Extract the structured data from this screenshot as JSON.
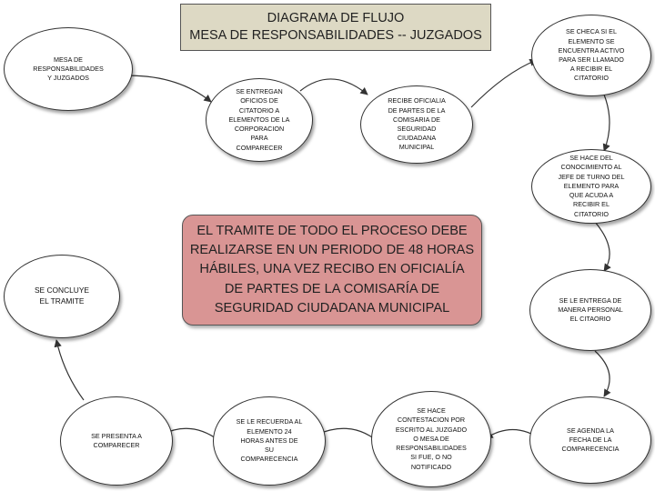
{
  "title": {
    "line1": "DIAGRAMA DE FLUJO",
    "line2": "MESA DE RESPONSABILIDADES -- JUZGADOS"
  },
  "nodes": {
    "mesa": "MESA DE\nRESPONSABILIDADES\nY JUZGADOS",
    "entregan": "SE ENTREGAN\nOFICIOS DE\nCITATORIO A\nELEMENTOS DE LA\nCORPORACION\nPARA\nCOMPARECER",
    "recibe": "RECIBE OFICIALIA\nDE PARTES  DE LA\nCOMISARIA DE\nSEGURIDAD\nCIUDADANA\nMUNICIPAL",
    "checa": "SE CHECA SI EL\nELEMENTO SE\nENCUENTRA ACTIVO\nPARA SER LLAMADO\nA RECIBIR EL\nCITATORIO",
    "conocimiento": "SE HACE DEL\nCONOCIMIENTO AL\nJEFE DE TURNO DEL\nELEMENTO PARA\nQUE ACUDA A\nRECIBIR EL\nCITATORIO",
    "entrega_personal": "SE  LE ENTREGA DE\nMANERA PERSONAL\nEL CITAORIO",
    "agenda": "SE AGENDA LA\nFECHA DE LA\nCOMPARECENCIA",
    "contestacion": "SE HACE\nCONTESTACION POR\nESCRITO AL JUZGADO\nO MESA DE\nRESPONSABILIDADES\nSI FUE, O NO\nNOTIFICADO",
    "recuerda": "SE LE RECUERDA AL\nELEMENTO 24\nHORAS ANTES DE\nSU\nCOMPARECENCIA",
    "presenta": "SE PRESENTA A\nCOMPARECER",
    "concluye": "SE CONCLUYE\nEL TRAMITE"
  },
  "center_text": "EL TRAMITE DE TODO EL PROCESO DEBE\nREALIZARSE EN UN PERIODO DE 48 HORAS\nHÁBILES, UNA VEZ RECIBO EN OFICIALÍA\nDE PARTES DE LA COMISARÍA DE\nSEGURIDAD CIUDADANA MUNICIPAL",
  "colors": {
    "title_fill": "#ddd9c4",
    "center_fill": "#d99594",
    "node_fill": "#ffffff",
    "arrow": "#333333"
  }
}
